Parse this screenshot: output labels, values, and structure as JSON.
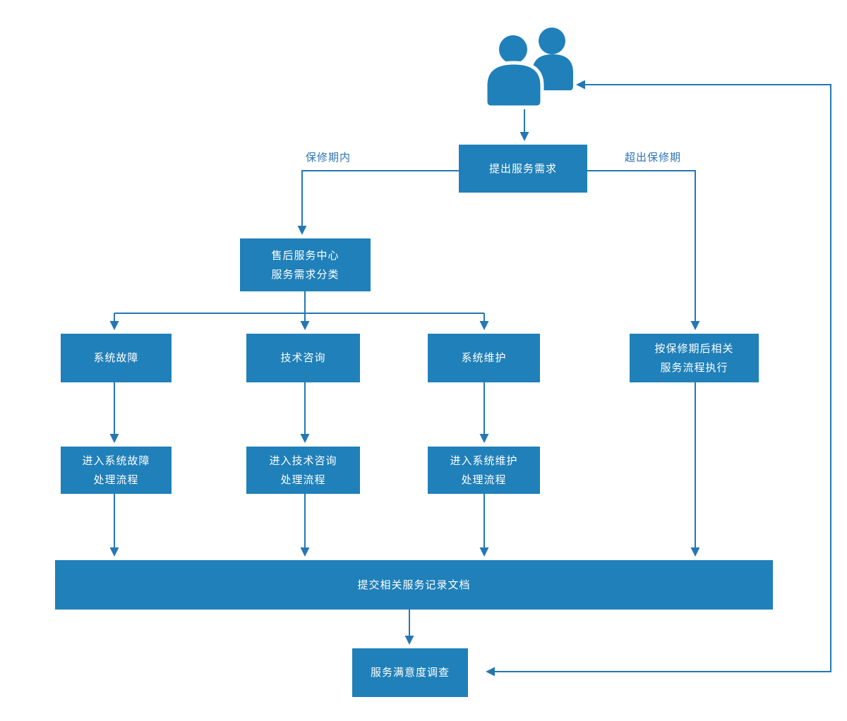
{
  "diagram": {
    "type": "flowchart",
    "language": "zh-CN",
    "colors": {
      "node_fill": "#2080b9",
      "node_text": "#ffffff",
      "connector": "#2577b4",
      "edge_label_text": "#2e74b5",
      "background": "#ffffff"
    },
    "icons": {
      "customers": "two-people-icon"
    },
    "nodes": {
      "request": {
        "label": "提出服务需求"
      },
      "classify": {
        "line1": "售后服务中心",
        "line2": "服务需求分类"
      },
      "fault": {
        "label": "系统故障"
      },
      "consult": {
        "label": "技术咨询"
      },
      "maintain": {
        "label": "系统维护"
      },
      "postwarranty": {
        "line1": "按保修期后相关",
        "line2": "服务流程执行"
      },
      "fault_flow": {
        "line1": "进入系统故障",
        "line2": "处理流程"
      },
      "consult_flow": {
        "line1": "进入技术咨询",
        "line2": "处理流程"
      },
      "maintain_flow": {
        "line1": "进入系统维护",
        "line2": "处理流程"
      },
      "submit": {
        "label": "提交相关服务记录文档"
      },
      "survey": {
        "label": "服务满意度调查"
      }
    },
    "edge_labels": {
      "in_warranty": "保修期内",
      "out_of_warranty": "超出保修期"
    },
    "edges": [
      {
        "from": "customers-icon",
        "to": "request",
        "label": ""
      },
      {
        "from": "request",
        "to": "classify",
        "label": "保修期内"
      },
      {
        "from": "request",
        "to": "postwarranty",
        "label": "超出保修期"
      },
      {
        "from": "classify",
        "to": "fault",
        "label": ""
      },
      {
        "from": "classify",
        "to": "consult",
        "label": ""
      },
      {
        "from": "classify",
        "to": "maintain",
        "label": ""
      },
      {
        "from": "fault",
        "to": "fault_flow",
        "label": ""
      },
      {
        "from": "consult",
        "to": "consult_flow",
        "label": ""
      },
      {
        "from": "maintain",
        "to": "maintain_flow",
        "label": ""
      },
      {
        "from": "fault_flow",
        "to": "submit",
        "label": ""
      },
      {
        "from": "consult_flow",
        "to": "submit",
        "label": ""
      },
      {
        "from": "maintain_flow",
        "to": "submit",
        "label": ""
      },
      {
        "from": "postwarranty",
        "to": "submit",
        "label": ""
      },
      {
        "from": "submit",
        "to": "survey",
        "label": ""
      },
      {
        "from": "right-feedback-line",
        "to": "survey",
        "label": ""
      },
      {
        "from": "right-feedback-line",
        "to": "customers-icon",
        "label": ""
      }
    ]
  }
}
